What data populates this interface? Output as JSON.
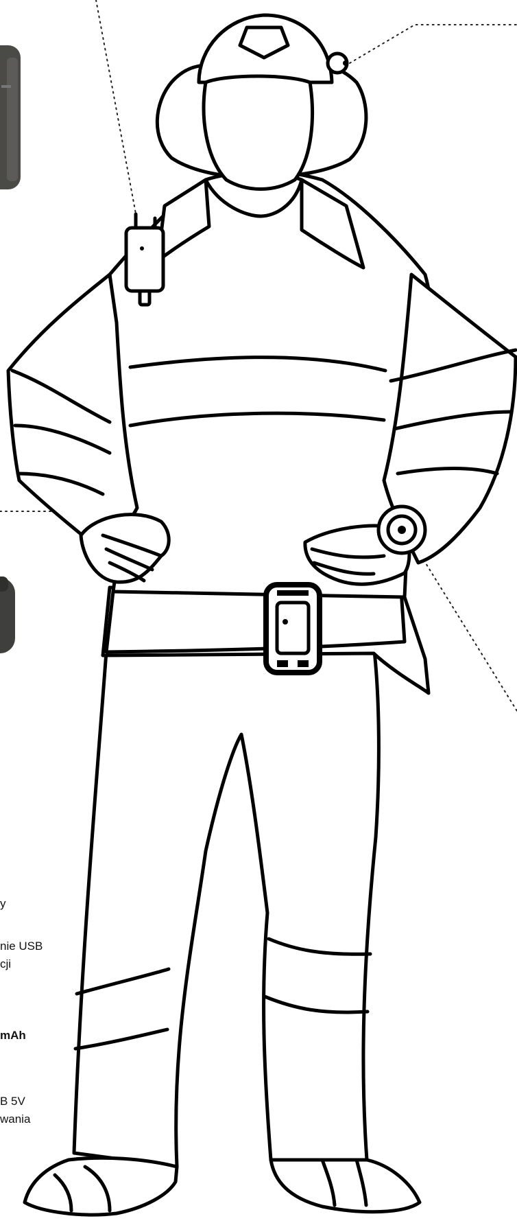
{
  "illustration": {
    "colors": {
      "outline": "#000000",
      "fill": "#ffffff",
      "device_dark": "#4a4a47",
      "device_mid": "#5c5b57",
      "callout": "#222222"
    },
    "clipped_text": {
      "fragment_1": "y",
      "fragment_2": "nie USB",
      "fragment_3": "cji",
      "fragment_4": "mAh",
      "fragment_5": "B 5V",
      "fragment_6": "wania"
    }
  }
}
